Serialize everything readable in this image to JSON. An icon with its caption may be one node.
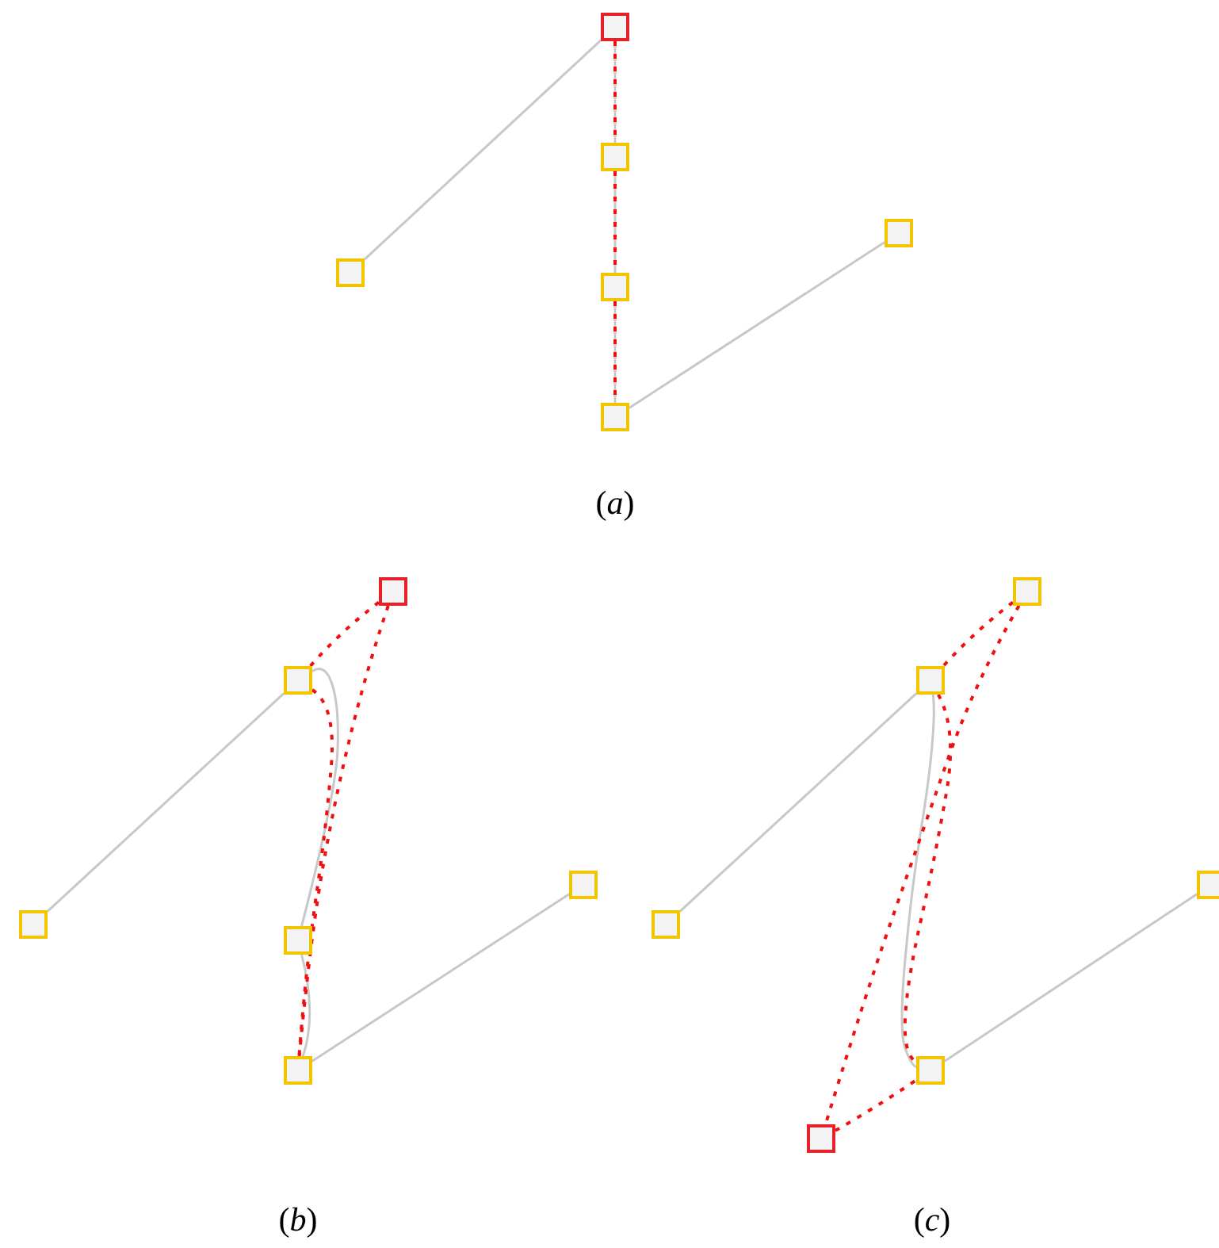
{
  "diagram": {
    "nodes": [
      {
        "text": [],
        "shape": "box"
      },
      {
        "text": [],
        "shape": "box"
      },
      {
        "text": [],
        "shape": "box"
      },
      {
        "text": [],
        "shape": "box"
      },
      {
        "text": [],
        "shape": "box"
      },
      {
        "text": [],
        "shape": "box"
      },
      {
        "text": [],
        "shape": "box"
      },
      {
        "text": [],
        "shape": "box"
      },
      {
        "text": [],
        "shape": "box"
      },
      {
        "text": [],
        "shape": "box"
      },
      {
        "text": [],
        "shape": "box"
      },
      {
        "text": [],
        "shape": "box"
      },
      {
        "text": [],
        "shape": "box"
      },
      {
        "text": [],
        "shape": "box"
      },
      {
        "text": [],
        "shape": "box"
      },
      {
        "text": [],
        "shape": "box"
      },
      {
        "text": [],
        "shape": "box"
      },
      {
        "text": [],
        "shape": "box"
      }
    ],
    "edges": [
      {
        "from": 3,
        "to": 0,
        "arrow": "none"
      },
      {
        "from": 0,
        "to": 1,
        "arrow": "none"
      },
      {
        "from": 1,
        "to": 4,
        "arrow": "none"
      },
      {
        "from": 4,
        "to": 5,
        "arrow": "none"
      },
      {
        "from": 5,
        "to": 2,
        "arrow": "none"
      },
      {
        "from": 9,
        "to": 7,
        "arrow": "none"
      },
      {
        "from": 7,
        "to": 10,
        "arrow": "none"
      },
      {
        "from": 10,
        "to": 11,
        "arrow": "none"
      },
      {
        "from": 11,
        "to": 8,
        "arrow": "none"
      },
      {
        "from": 15,
        "to": 13,
        "arrow": "none"
      },
      {
        "from": 13,
        "to": 16,
        "arrow": "none"
      },
      {
        "from": 16,
        "to": 14,
        "arrow": "none"
      },
      {
        "from": 0,
        "to": 1,
        "arrow": "none",
        "style": "dashed",
        "color": "#f01010"
      },
      {
        "from": 1,
        "to": 4,
        "arrow": "none",
        "style": "dashed",
        "color": "#f01010"
      },
      {
        "from": 4,
        "to": 5,
        "arrow": "none",
        "style": "dashed",
        "color": "#f01010"
      },
      {
        "from": 6,
        "to": 7,
        "arrow": "none",
        "style": "dashed",
        "color": "#f01010"
      },
      {
        "from": 6,
        "to": 11,
        "arrow": "none",
        "style": "dashed",
        "color": "#f01010"
      },
      {
        "from": 7,
        "to": 11,
        "arrow": "none",
        "style": "dashed",
        "color": "#f01010"
      },
      {
        "from": 12,
        "to": 13,
        "arrow": "none",
        "style": "dashed",
        "color": "#f01010"
      },
      {
        "from": 12,
        "to": 17,
        "arrow": "none",
        "style": "dashed",
        "color": "#f01010"
      },
      {
        "from": 13,
        "to": 16,
        "arrow": "none",
        "style": "dashed",
        "color": "#f01010"
      },
      {
        "from": 17,
        "to": 16,
        "arrow": "none",
        "style": "dashed",
        "color": "#f01010"
      }
    ],
    "labels": [
      "(*a*)",
      "(*b*)",
      "(*c*)"
    ]
  }
}
